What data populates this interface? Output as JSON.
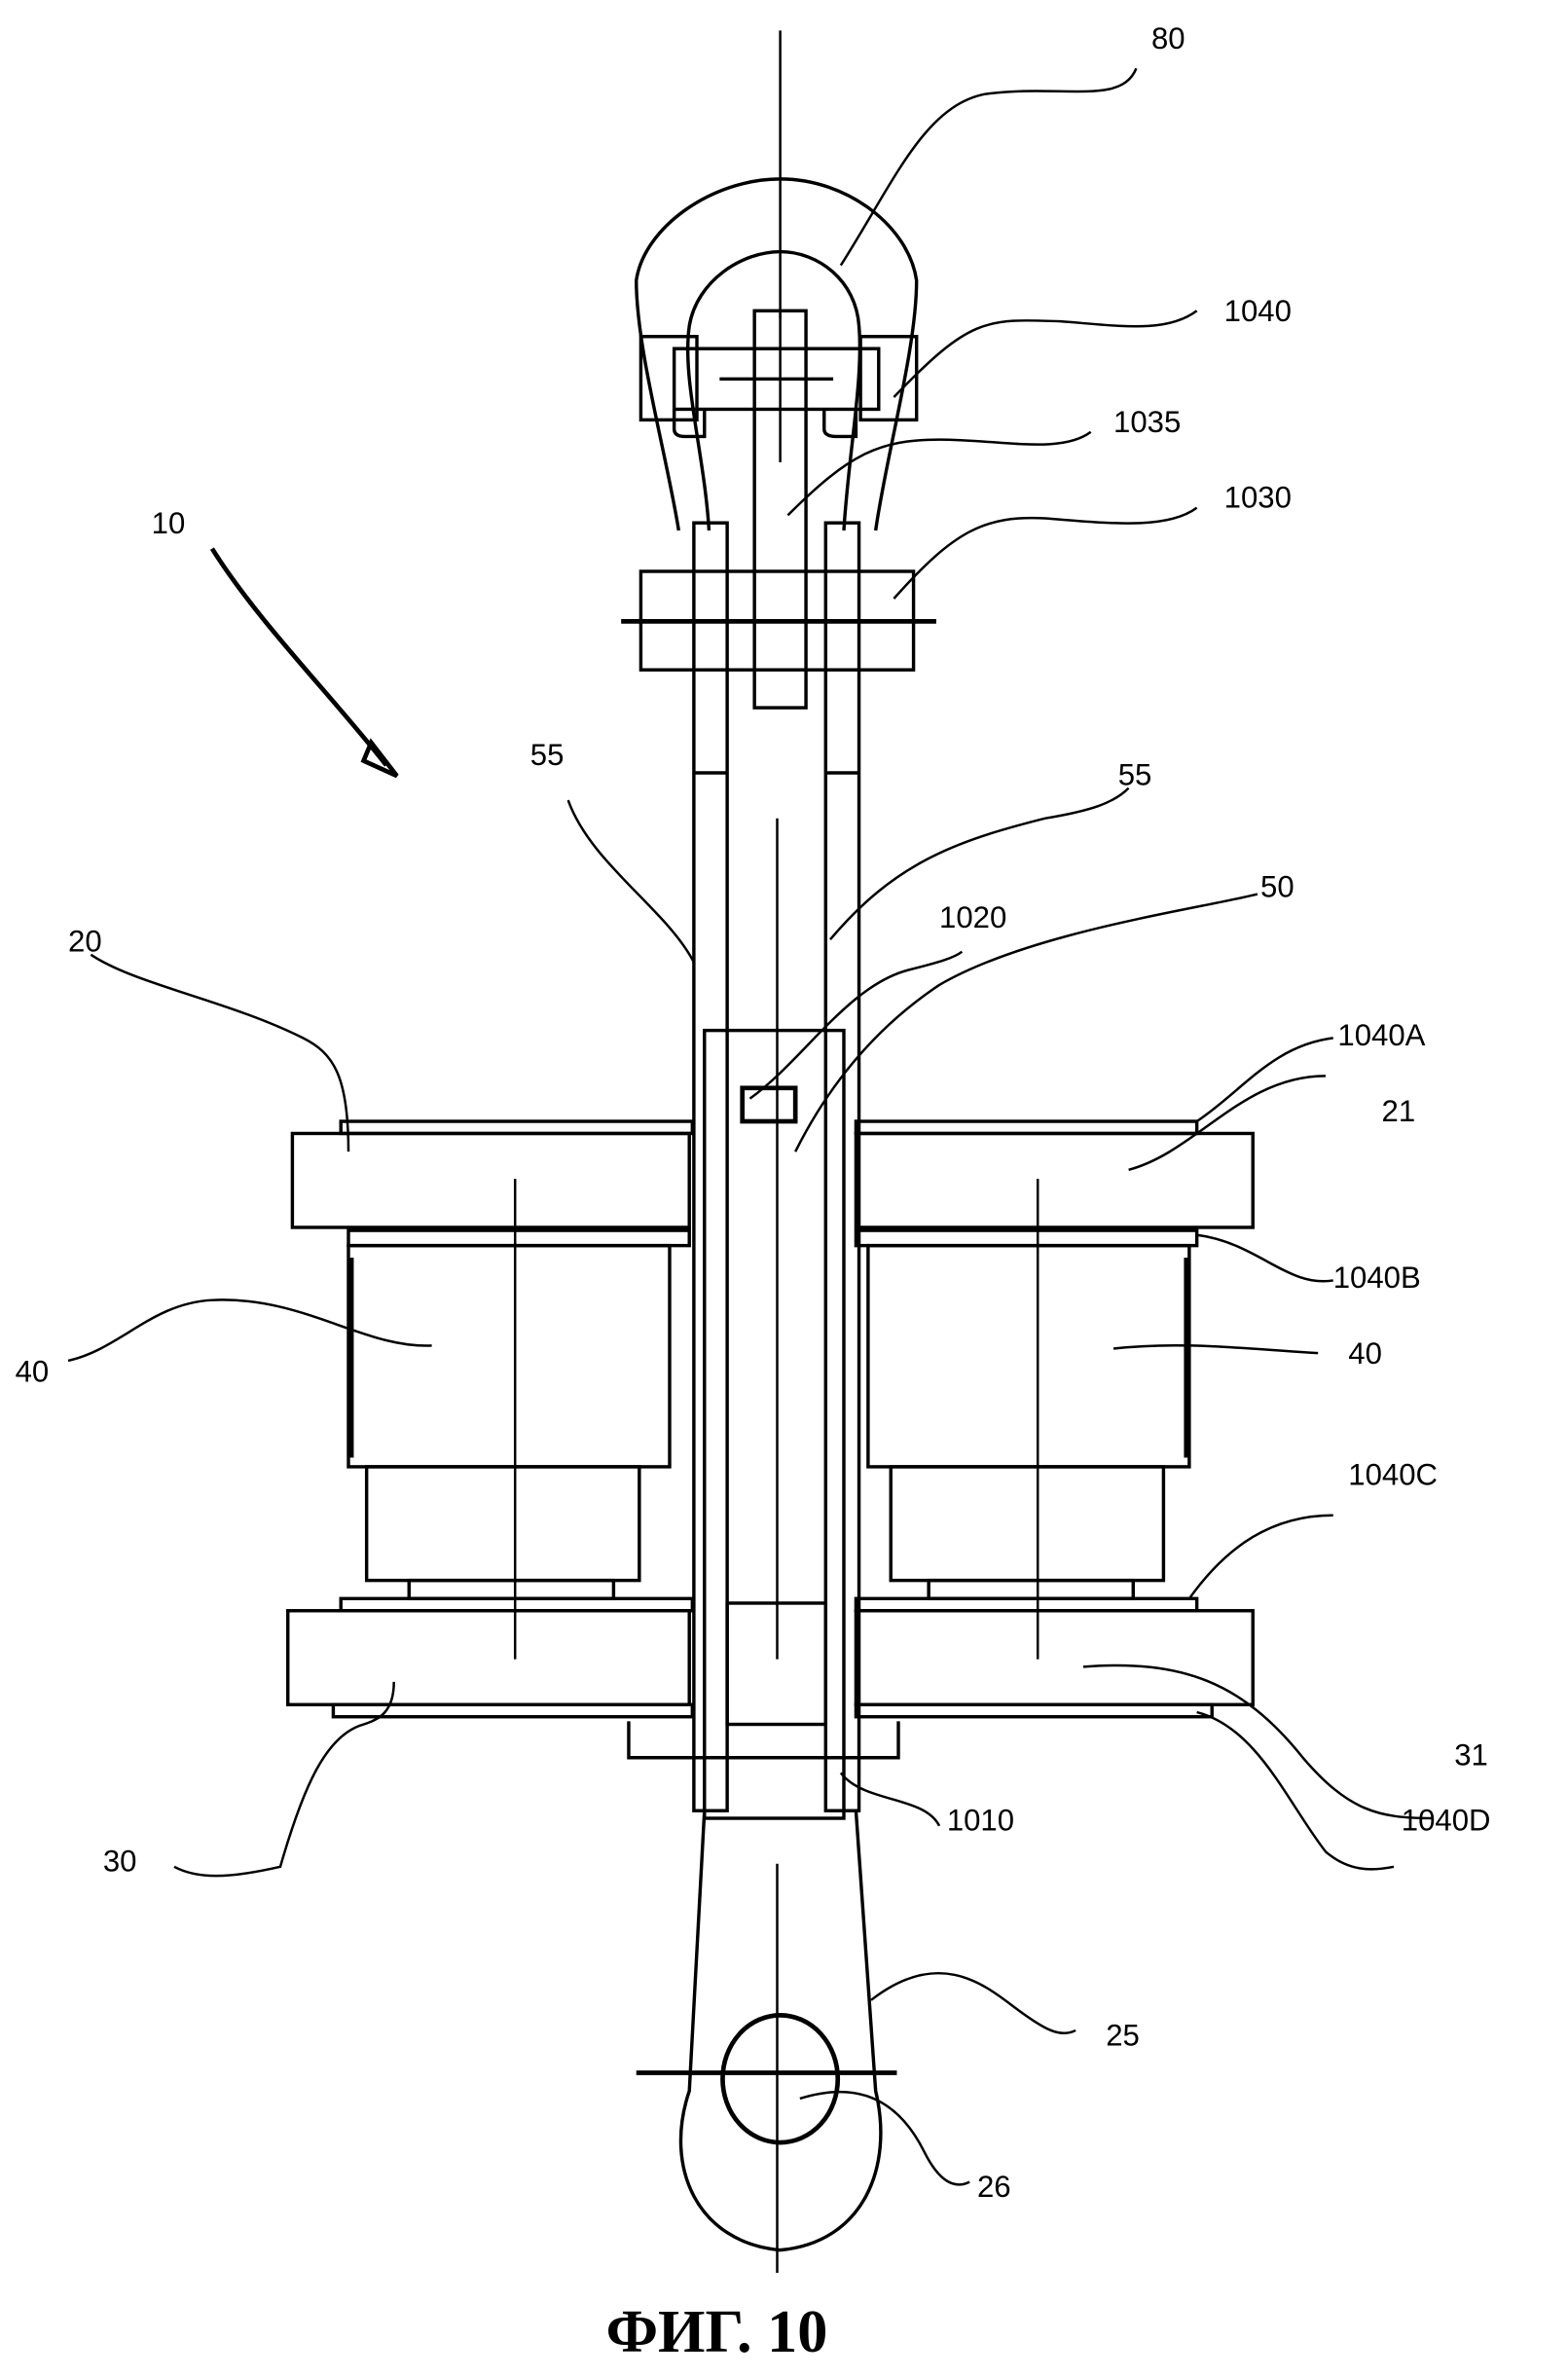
{
  "figure": {
    "caption": "ФИГ. 10",
    "labels": {
      "l80": "80",
      "l1040": "1040",
      "l1035": "1035",
      "l1030": "1030",
      "l10": "10",
      "l55a": "55",
      "l55b": "55",
      "l50": "50",
      "l1020": "1020",
      "l20": "20",
      "l1040A": "1040A",
      "l21": "21",
      "l1040B": "1040B",
      "l40a": "40",
      "l40b": "40",
      "l1040C": "1040C",
      "l31": "31",
      "l30": "30",
      "l1010": "1010",
      "l1040D": "1040D",
      "l25": "25",
      "l26": "26"
    }
  }
}
